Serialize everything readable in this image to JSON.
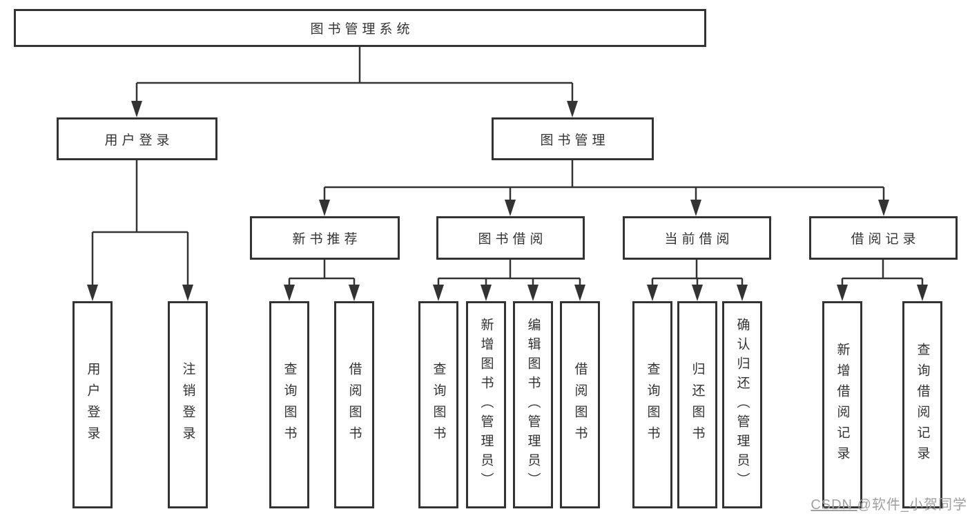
{
  "diagram": {
    "root": {
      "label": "图书管理系统"
    },
    "branches": [
      {
        "label": "用户登录",
        "children": [
          {
            "label": "用户登录"
          },
          {
            "label": "注销登录"
          }
        ]
      },
      {
        "label": "图书管理",
        "children": [
          {
            "label": "新书推荐",
            "children": [
              {
                "label": "查询图书"
              },
              {
                "label": "借阅图书"
              }
            ]
          },
          {
            "label": "图书借阅",
            "children": [
              {
                "label": "查询图书"
              },
              {
                "label": "新增图书（管理员）"
              },
              {
                "label": "编辑图书（管理员）"
              },
              {
                "label": "借阅图书"
              }
            ]
          },
          {
            "label": "当前借阅",
            "children": [
              {
                "label": "查询图书"
              },
              {
                "label": "归还图书"
              },
              {
                "label": "确认归还（管理员）"
              }
            ]
          },
          {
            "label": "借阅记录",
            "children": [
              {
                "label": "新增借阅记录"
              },
              {
                "label": "查询借阅记录"
              }
            ]
          }
        ]
      }
    ]
  },
  "watermark": {
    "prefix": "CSDN ",
    "handle": "@软件_小贺同学"
  },
  "colors": {
    "line": "#333333",
    "box_border": "#333333",
    "text": "#333333",
    "watermark": "#a0a0a0",
    "background": "#ffffff"
  }
}
